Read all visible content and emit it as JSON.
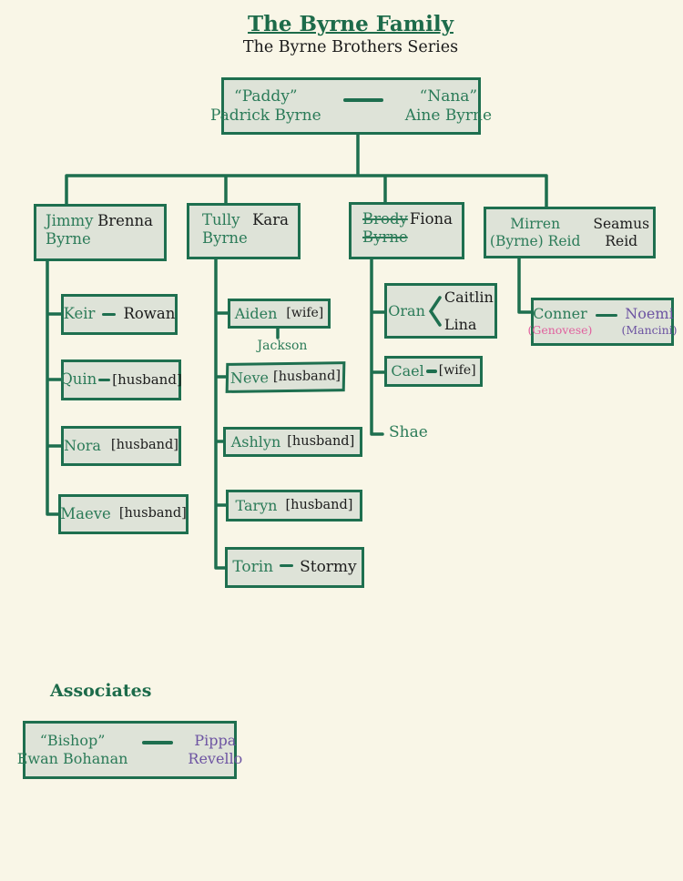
{
  "title": "The Byrne Family",
  "subtitle": "The Byrne Brothers Series",
  "colors": {
    "background": "#f9f6e7",
    "box_fill": "#dee3d8",
    "line_green": "#1e6f4f",
    "text_green": "#2b7b58",
    "title_green": "#1d6b4a",
    "text_black": "#1c1c1c",
    "pink": "#e0609e",
    "purple": "#6d54a2"
  },
  "root": {
    "left_nickname": "“Paddy”",
    "left_name": "Padrick Byrne",
    "right_nickname": "“Nana”",
    "right_name": "Aine Byrne"
  },
  "gen2": {
    "jimmy": {
      "name_line1": "Jimmy",
      "name_line2": "Byrne",
      "spouse": "Brenna"
    },
    "tully": {
      "name_line1": "Tully",
      "name_line2": "Byrne",
      "spouse": "Kara"
    },
    "brody": {
      "name_line1": "Brody",
      "name_line2": "Byrne",
      "spouse": "Fiona",
      "deceased": true
    },
    "mirren": {
      "name_line1": "Mirren",
      "name_line2": "(Byrne) Reid",
      "spouse_line1": "Seamus",
      "spouse_line2": "Reid"
    }
  },
  "children": {
    "jimmy": [
      {
        "name": "Keir",
        "spouse": "Rowan"
      },
      {
        "name": "Quin",
        "spouse": "[husband]"
      },
      {
        "name": "Nora",
        "spouse": "[husband]"
      },
      {
        "name": "Maeve",
        "spouse": "[husband]"
      }
    ],
    "tully": [
      {
        "name": "Aiden",
        "spouse": "[wife]",
        "child": "Jackson"
      },
      {
        "name": "Neve",
        "spouse": "[husband]"
      },
      {
        "name": "Ashlyn",
        "spouse": "[husband]"
      },
      {
        "name": "Taryn",
        "spouse": "[husband]"
      },
      {
        "name": "Torin",
        "spouse": "Stormy"
      }
    ],
    "brody": [
      {
        "name": "Oran",
        "partner_top": "Caitlin",
        "partner_bottom": "Lina"
      },
      {
        "name": "Cael",
        "spouse": "[wife]"
      },
      {
        "name": "Shae"
      }
    ],
    "mirren": [
      {
        "name": "Conner",
        "maiden_name": "(Genovese)",
        "spouse": "Noemi",
        "spouse_maiden_name": "(Mancini)"
      }
    ]
  },
  "associates": {
    "heading": "Associates",
    "entries": [
      {
        "nickname": "“Bishop”",
        "name": "Ewan Bohanan",
        "partner_line1": "Pippa",
        "partner_line2": "Revello"
      }
    ]
  }
}
